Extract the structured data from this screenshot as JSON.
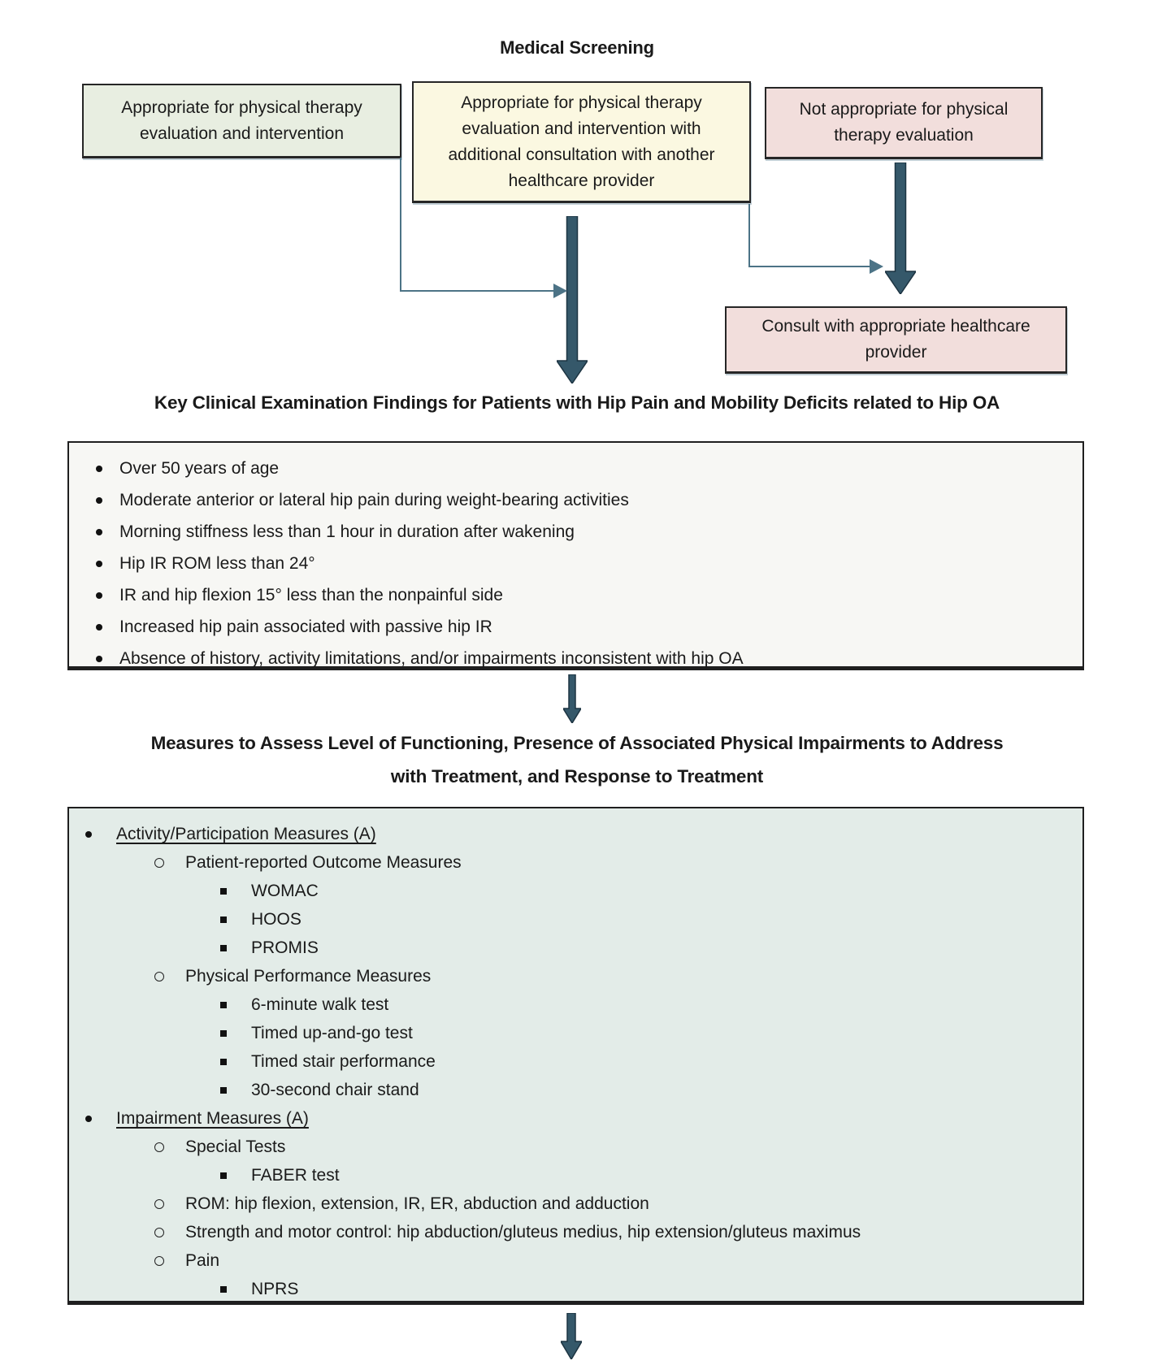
{
  "title": "Medical Screening",
  "screening": {
    "appropriate": "Appropriate for physical therapy evaluation and intervention",
    "appropriate_with_consult": "Appropriate for physical therapy evaluation and intervention with additional consultation with another healthcare provider",
    "not_appropriate": "Not appropriate for physical therapy evaluation",
    "consult": "Consult with appropriate healthcare provider"
  },
  "findings": {
    "heading": "Key Clinical Examination Findings for Patients with Hip Pain and Mobility Deficits related to Hip OA",
    "items": [
      "Over 50 years of age",
      "Moderate anterior or lateral hip pain during weight-bearing activities",
      "Morning stiffness less than 1 hour in duration after wakening",
      "Hip IR ROM less than 24°",
      "IR and hip flexion 15° less than the nonpainful side",
      "Increased hip pain associated with passive hip IR",
      "Absence of history, activity limitations, and/or impairments inconsistent with hip OA"
    ]
  },
  "measures": {
    "heading_line1": "Measures to Assess Level of Functioning, Presence of Associated Physical Impairments to Address",
    "heading_line2": "with Treatment, and Response to Treatment",
    "items": [
      {
        "level": 1,
        "text": "Activity/Participation Measures (A)",
        "underline": true
      },
      {
        "level": 2,
        "text": "Patient-reported Outcome Measures"
      },
      {
        "level": 3,
        "text": "WOMAC"
      },
      {
        "level": 3,
        "text": "HOOS"
      },
      {
        "level": 3,
        "text": "PROMIS"
      },
      {
        "level": 2,
        "text": "Physical Performance Measures"
      },
      {
        "level": 3,
        "text": "6-minute walk test"
      },
      {
        "level": 3,
        "text": "Timed up-and-go test"
      },
      {
        "level": 3,
        "text": "Timed stair performance"
      },
      {
        "level": 3,
        "text": "30-second chair stand"
      },
      {
        "level": 1,
        "text": "Impairment Measures (A)",
        "underline": true
      },
      {
        "level": 2,
        "text": "Special Tests"
      },
      {
        "level": 3,
        "text": "FABER test"
      },
      {
        "level": 2,
        "text": "ROM: hip flexion, extension, IR, ER, abduction and adduction"
      },
      {
        "level": 2,
        "text": "Strength and motor control: hip abduction/gluteus medius, hip extension/gluteus maximus"
      },
      {
        "level": 2,
        "text": "Pain"
      },
      {
        "level": 3,
        "text": "NPRS"
      }
    ]
  },
  "colors": {
    "box-green": "#e8eee1",
    "box-yellow": "#fbf8e1",
    "box-pink": "#f2dedc",
    "panel-light": "#f7f7f4",
    "panel-teal": "#e3ece8",
    "arrow": "#35586a",
    "arrow-outline": "#1d3442",
    "connector": "#4c7386",
    "border-dark": "#262626",
    "text": "#1a1a1a"
  }
}
